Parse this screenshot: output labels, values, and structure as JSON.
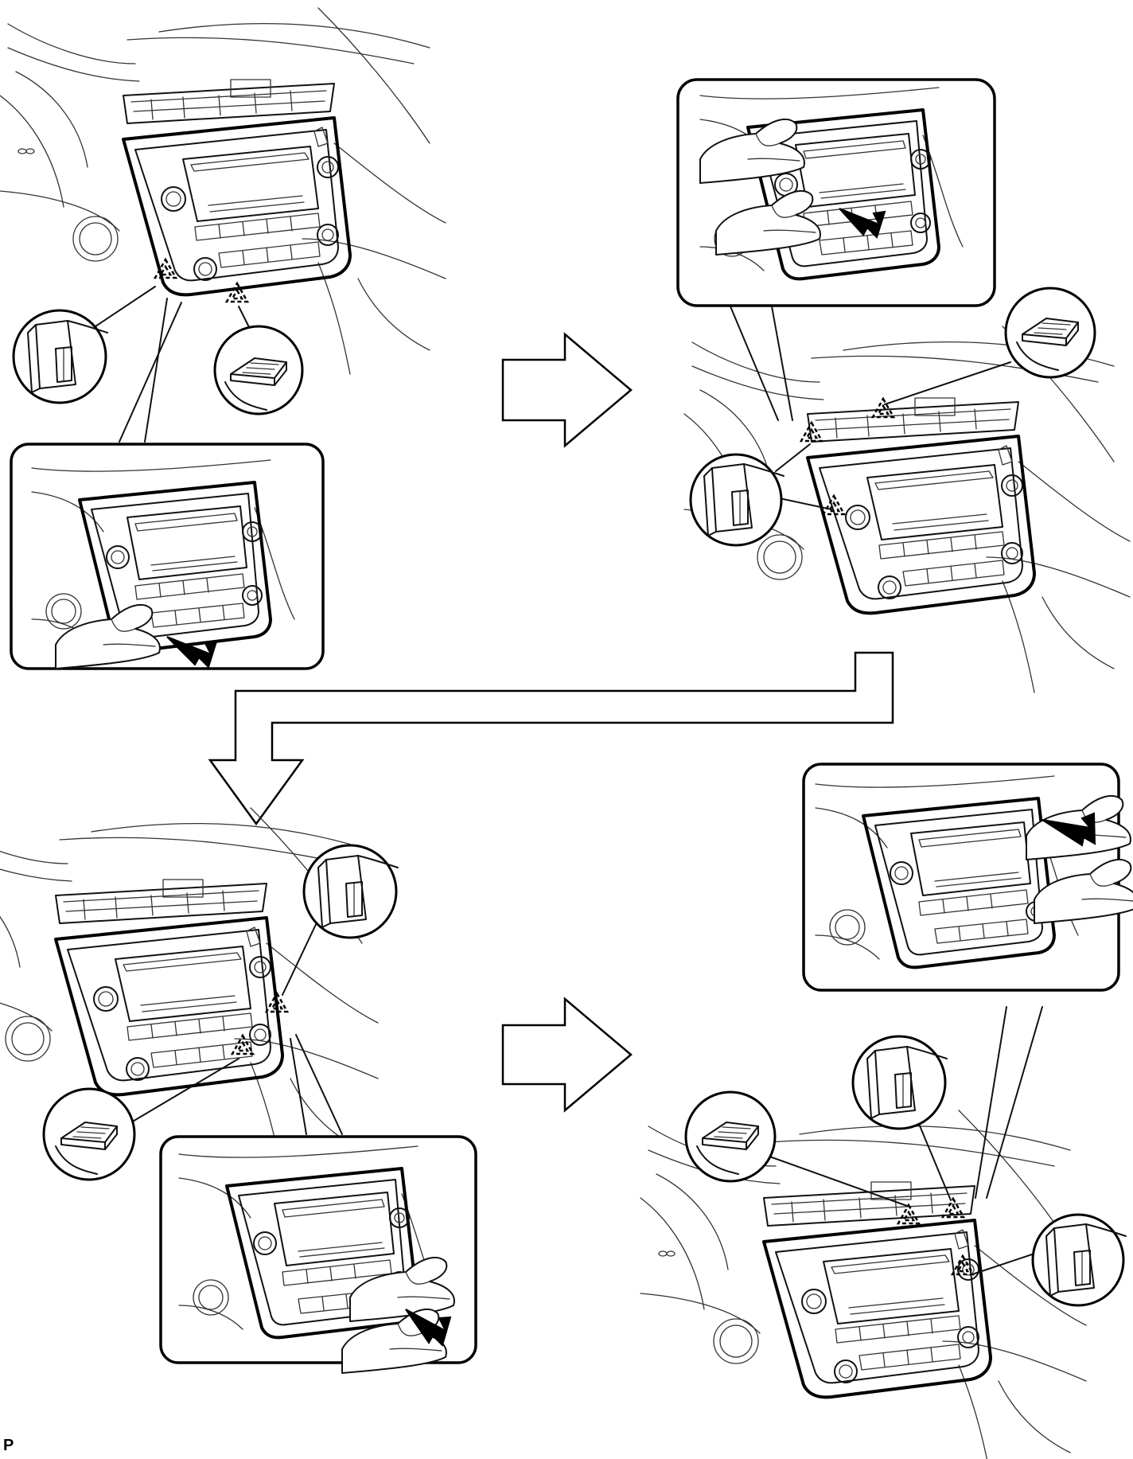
{
  "figure": {
    "image_code": "P"
  },
  "colors": {
    "line": "#000000",
    "background": "#ffffff"
  },
  "icons": [
    "dashboard-illustration",
    "radio-panel-illustration",
    "clip-detail",
    "claw-detail",
    "hand-icon",
    "pull-direction-arrow",
    "process-flow-arrow",
    "clip-location-triangle"
  ]
}
